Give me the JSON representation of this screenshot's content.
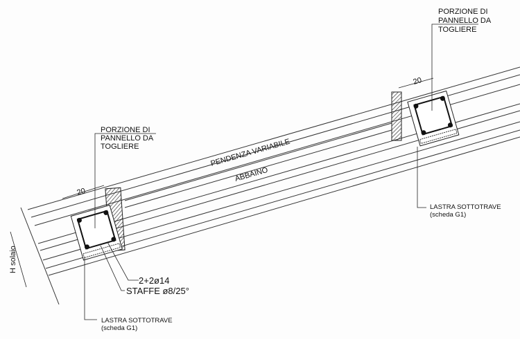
{
  "labels": {
    "porzione_right": [
      "PORZIONE DI",
      "PANNELLO DA",
      "TOGLIERE"
    ],
    "porzione_left": [
      "PORZIONE DI",
      "PANNELLO DA",
      "TOGLIERE"
    ],
    "dim_right": "20",
    "dim_left": "20",
    "pendenza": "PENDENZA VARIABILE",
    "abbaino": "ABBAINO",
    "h_solaio": "H solaio",
    "rebar": "2+2ø14",
    "staffe": "STAFFE ø8/25°",
    "lastra_right": [
      "LASTRA SOTTOTRAVE",
      "(scheda G1)"
    ],
    "lastra_left": [
      "LASTRA SOTTOTRAVE",
      "(scheda G1)"
    ]
  }
}
